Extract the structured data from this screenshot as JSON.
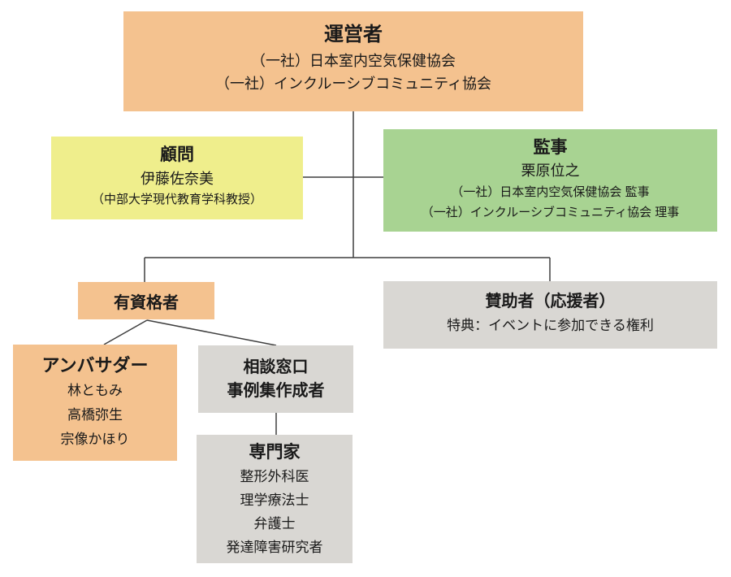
{
  "colors": {
    "orange": "#F4C28F",
    "yellow": "#EFEE8C",
    "green": "#A8D392",
    "gray": "#D9D7D3",
    "line": "#3F3F3F",
    "text": "#1A1A1A"
  },
  "boxes": {
    "operator": {
      "title": "運営者",
      "lines": [
        "（一社）日本室内空気保健協会",
        "（一社）インクルーシブコミュニティ協会"
      ]
    },
    "advisor": {
      "title": "顧問",
      "name": "伊藤佐奈美",
      "affiliation": "（中部大学現代教育学科教授）"
    },
    "auditor": {
      "title": "監事",
      "name": "栗原位之",
      "lines": [
        "（一社）日本室内空気保健協会 監事",
        "（一社）インクルーシブコミュニティ協会 理事"
      ]
    },
    "qualified": {
      "title": "有資格者"
    },
    "supporter": {
      "title": "賛助者（応援者）",
      "benefit": "特典：イベントに参加できる権利"
    },
    "ambassador": {
      "title": "アンバサダー",
      "members": [
        "林ともみ",
        "高橋弥生",
        "宗像かほり"
      ]
    },
    "consultation": {
      "title_line1": "相談窓口",
      "title_line2": "事例集作成者"
    },
    "expert": {
      "title": "専門家",
      "members": [
        "整形外科医",
        "理学療法士",
        "弁護士",
        "発達障害研究者"
      ]
    }
  }
}
